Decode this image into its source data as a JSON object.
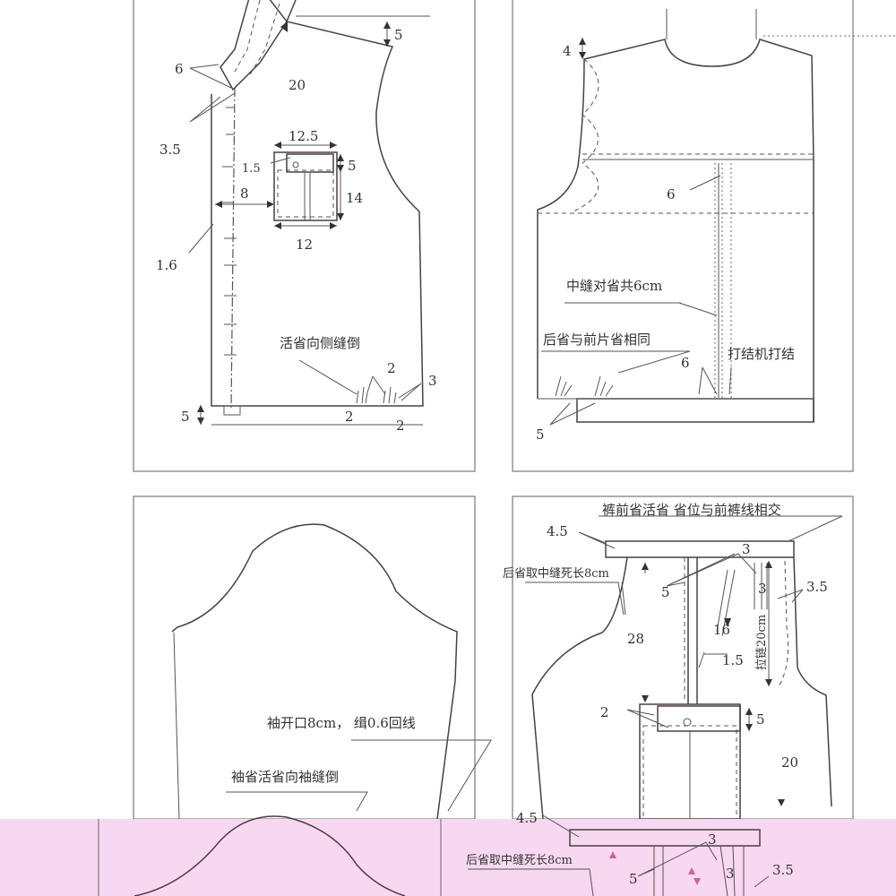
{
  "panel_front": {
    "labels": {
      "shoulder_5": "5",
      "neck_6": "6",
      "size_20": "20",
      "lapel_3_5": "3.5",
      "pocket_w_top": "12.5",
      "flap_1_5": "1.5",
      "flap_5": "5",
      "pocket_8": "8",
      "pocket_14": "14",
      "pocket_w_bot": "12",
      "placket_1_6": "1.6",
      "dart_note": "活省向侧缝倒",
      "dart_2a": "2",
      "dart_3": "3",
      "dart_2b": "2",
      "dart_2c": "2",
      "hem_5": "5"
    }
  },
  "panel_back": {
    "labels": {
      "neck_4": "4",
      "yoke_6": "6",
      "center_seam_note": "中缝对省共6cm",
      "back_dart_note": "后省与前片省相同",
      "bartack_6": "6",
      "bartack_note": "打结机打结",
      "hem_5": "5"
    }
  },
  "panel_sleeve": {
    "labels": {
      "opening_note": "袖开口8cm， 缉0.6回线",
      "sleeve_dart_note": "袖省活省向袖缝倒"
    }
  },
  "panel_pants": {
    "labels": {
      "front_dart_note": "裤前省活省 省位与前裤线相交",
      "waist_4_5": "4.5",
      "back_dart_note": "后省取中缝死长8cm",
      "dart_3a": "3",
      "dart_5": "5",
      "dart_3b": "3",
      "side_3_5": "3.5",
      "zip_note": "拉链20cm",
      "len_28": "28",
      "len_16": "16",
      "fly_1_5": "1.5",
      "flap_2": "2",
      "flap_5": "5",
      "pocket_20": "20"
    }
  },
  "overlay": {
    "labels": {
      "waist_4_5": "4.5",
      "dart_3": "3",
      "back_dart_note": "后省取中缝死长8cm",
      "dart_5": "5",
      "dart_3b": "3",
      "side_3_5": "3.5"
    },
    "colors": {
      "band": "#f8d8f0",
      "accent": "#d060a0"
    }
  }
}
